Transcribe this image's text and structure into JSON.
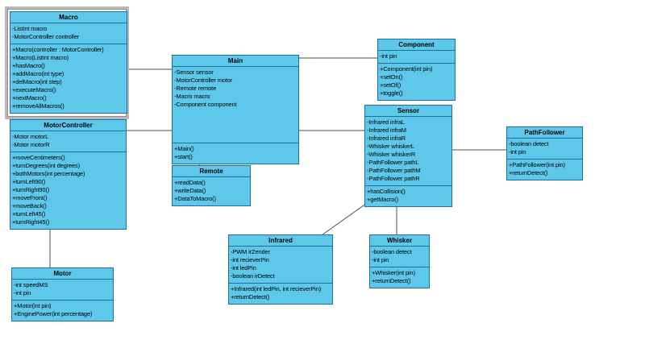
{
  "diagram": {
    "title": "UML class diagram",
    "colors": {
      "background": "#ffffff",
      "box_fill": "#5ec8ea",
      "box_border": "#1f6f9f",
      "connector": "#4d4d4d",
      "selection": "#b8b8b8"
    },
    "classes": {
      "macro": {
        "name": "Macro",
        "selected": true,
        "attributes": [
          "-ListInt macro",
          "-MotorController controller"
        ],
        "methods": [
          "+Macro(controller : MotorController)",
          "+Macro(ListInt macro)",
          "+hasMacro()",
          "+addMacro(int type)",
          "+delMacro(int step)",
          "+executeMacro()",
          "+nextMacro()",
          "+removeAllMacros()"
        ]
      },
      "motorcontroller": {
        "name": "MotorController",
        "selected": false,
        "attributes": [
          "-Motor motorL",
          "-Motor motorR"
        ],
        "methods": [
          "+moveCentimeters()",
          "+turnDegrees(int degrees)",
          "+bothMotors(int percentage)",
          "+turnLeft90()",
          "+turnRight90()",
          "+moveFront()",
          "+moveBack()",
          "+turnLeft45()",
          "+turnRight45()"
        ]
      },
      "motor": {
        "name": "Motor",
        "selected": false,
        "attributes": [
          "-int speedMS",
          "-int pin"
        ],
        "methods": [
          "+Motor(int pin)",
          "+EnginePower(int percentage)"
        ]
      },
      "main": {
        "name": "Main",
        "selected": false,
        "attributes": [
          "-Sensor sensor",
          "-MotorController motor",
          "-Remote remote",
          "-Macro macro",
          "-Component component"
        ],
        "methods": [
          "+Main()",
          "+start()"
        ]
      },
      "remote": {
        "name": "Remote",
        "selected": false,
        "attributes": [],
        "methods": [
          "+readData()",
          "+writeData()",
          "+DataToMacro()"
        ]
      },
      "component": {
        "name": "Component",
        "selected": false,
        "attributes": [
          "-int pin"
        ],
        "methods": [
          "+Component(int pin)",
          "+setOn()",
          "+setOf()",
          "+toggle()"
        ]
      },
      "sensor": {
        "name": "Sensor",
        "selected": false,
        "attributes": [
          "-Infrared infraL",
          "-Infrared infraM",
          "-Infrared infraR",
          "-Whisker whiskerL",
          "-Whisker whiskerR",
          "-PathFollower pathL",
          "-PathFollower pathM",
          "-PathFollower pathR"
        ],
        "methods": [
          "+hasCollision()",
          "+getMacro()"
        ]
      },
      "pathfollower": {
        "name": "PathFollower",
        "selected": false,
        "attributes": [
          "-boolean detect",
          "-int pin"
        ],
        "methods": [
          "+PathFollower(int pin)",
          "+returnDetect()"
        ]
      },
      "infrared": {
        "name": "Infrared",
        "selected": false,
        "attributes": [
          "-PWM irZender",
          "-int recieverPin",
          "-int ledPin",
          "-boolean irDetect"
        ],
        "methods": [
          "+Infrared(int ledPin, int recieverPin)",
          "+returnDetect()"
        ]
      },
      "whisker": {
        "name": "Whisker",
        "selected": false,
        "attributes": [
          "-boolean detect",
          "-int pin"
        ],
        "methods": [
          "+Whisker(int pin)",
          "+returnDetect()"
        ]
      }
    },
    "connectors": [
      {
        "from": "Macro",
        "to": "Main"
      },
      {
        "from": "MotorController",
        "to": "Main"
      },
      {
        "from": "MotorController",
        "to": "Motor"
      },
      {
        "from": "Main",
        "to": "Component"
      },
      {
        "from": "Main",
        "to": "Sensor"
      },
      {
        "from": "Main",
        "to": "Remote"
      },
      {
        "from": "Sensor",
        "to": "PathFollower"
      },
      {
        "from": "Sensor",
        "to": "Infrared"
      },
      {
        "from": "Sensor",
        "to": "Whisker"
      }
    ]
  }
}
